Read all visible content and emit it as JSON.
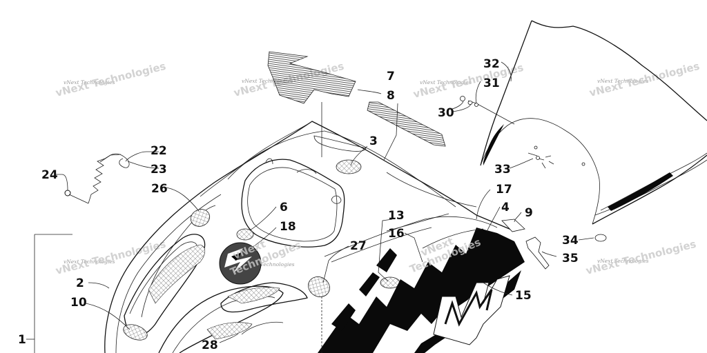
{
  "diagram": {
    "watermark_text": "vNext Technologies",
    "watermark_split": [
      "vNext",
      "Technologies"
    ],
    "colors": {
      "line": "#111111",
      "fill_dark": "#0a0a0a",
      "watermark": "#9a9a9a",
      "decal_gray": "#555555"
    },
    "labels": {
      "p1": "1",
      "p2": "2",
      "p3": "3",
      "p4": "4",
      "p6": "6",
      "p7": "7",
      "p8": "8",
      "p9": "9",
      "p10": "10",
      "p13": "13",
      "p15": "15",
      "p16": "16",
      "p17": "17",
      "p18": "18",
      "p22": "22",
      "p23": "23",
      "p24": "24",
      "p26": "26",
      "p27": "27",
      "p28": "28",
      "p30": "30",
      "p31": "31",
      "p32": "32",
      "p33": "33",
      "p34": "34",
      "p35": "35"
    }
  }
}
